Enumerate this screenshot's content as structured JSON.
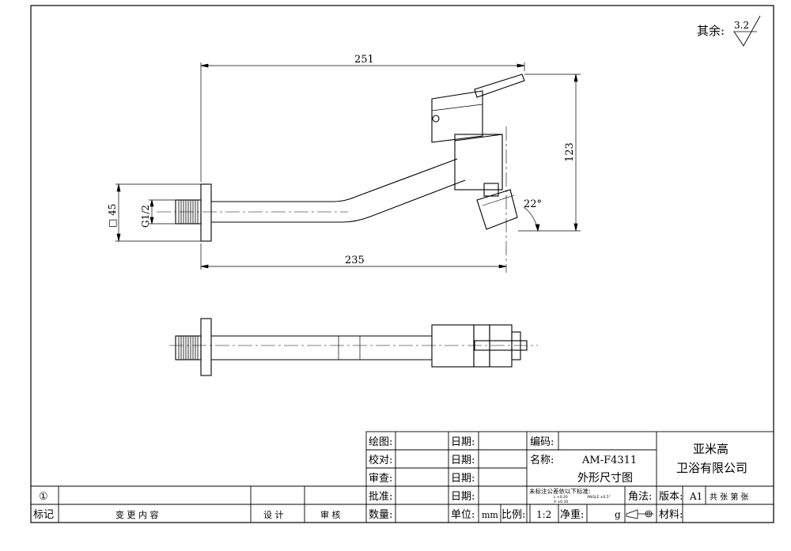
{
  "surface_finish": {
    "label": "其余:",
    "value": "3.2"
  },
  "dimensions": {
    "overall_length": "251",
    "spout_length": "235",
    "height": "123",
    "flange": "□ 45",
    "thread": "G1/2",
    "angle": "22°"
  },
  "title_block": {
    "draw_label": "绘图:",
    "check_label": "校对:",
    "review_label": "审查:",
    "approve_label": "批准:",
    "quantity_label": "数量:",
    "date_label": "日期:",
    "code_label": "编码:",
    "name_label": "名称:",
    "product_code": "AM-F4311",
    "drawing_title": "外形尺寸图",
    "company_line1": "亚米高",
    "company_line2": "卫浴有限公司",
    "tolerance_note": "未标注公差依以下标准:",
    "tolerance_linear": "L    ±0.20",
    "tolerance_angle": "ANGLE  ±0.5°",
    "tolerance_fine": "A    ±0.10",
    "unit_label": "单位:",
    "unit_value": "mm",
    "scale_label": "比例:",
    "scale_value": "1:2",
    "weight_label": "净重:",
    "weight_unit": "g",
    "projection_label": "角法:",
    "version_label": "版本:",
    "version_value": "A1",
    "sheets": "共   张   第   张",
    "material_label": "材料:"
  },
  "revision": {
    "mark": "①",
    "mark_header": "标记",
    "change_header": "变 更 内 容",
    "design_header": "设 计",
    "audit_header": "审 核"
  }
}
